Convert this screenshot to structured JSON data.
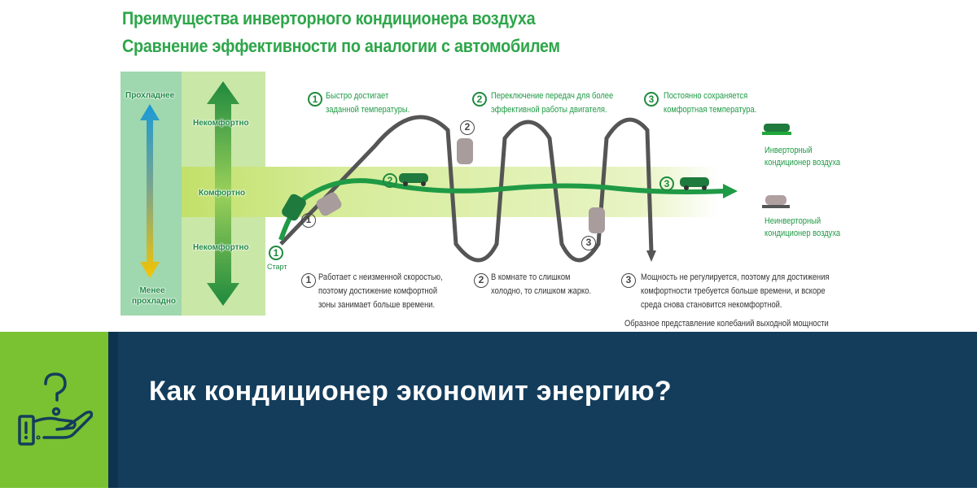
{
  "infographic": {
    "title_line1": "Преимущества инверторного кондиционера воздуха",
    "title_line2": "Сравнение эффективности по аналогии с автомобилем",
    "scale": {
      "cooler": "Прохладнее",
      "less_cool": "Менее прохладно",
      "uncomfortable_top": "Некомфортно",
      "comfortable": "Комфортно",
      "uncomfortable_bottom": "Некомфортно"
    },
    "start_label": "Старт",
    "inverter_notes": [
      {
        "num": "1",
        "line1": "Быстро достигает",
        "line2": "заданной температуры."
      },
      {
        "num": "2",
        "line1": "Переключение передач для более",
        "line2": "эффективной работы двигателя."
      },
      {
        "num": "3",
        "line1": "Постоянно сохраняется",
        "line2": "комфортная температура."
      }
    ],
    "noninverter_notes": [
      {
        "num": "1",
        "line1": "Работает с неизменной скоростью,",
        "line2": "поэтому достижение комфортной",
        "line3": "зоны занимает больше времени."
      },
      {
        "num": "2",
        "line1": "В комнате то слишком",
        "line2": "холодно, то слишком жарко."
      },
      {
        "num": "3",
        "line1": "Мощность не регулируется, поэтому для достижения",
        "line2": "комфортности требуется больше времени, и вскоре",
        "line3": "среда снова становится некомфортной."
      }
    ],
    "legend": {
      "inverter_line1": "Инверторный",
      "inverter_line2": "кондиционер воздуха",
      "noninverter_line1": "Неинверторный",
      "noninverter_line2": "кондиционер воздуха"
    },
    "caption": "Образное представление колебаний выходной мощности",
    "colors": {
      "green": "#1f9a45",
      "comfort_band": "#c7e37a",
      "non_inverter_path": "#555555"
    }
  },
  "banner": {
    "headline": "Как кондиционер экономит энергию?",
    "icon": "hand-question-icon",
    "colors": {
      "navy": "#143d5c",
      "lime": "#7ac231"
    }
  }
}
